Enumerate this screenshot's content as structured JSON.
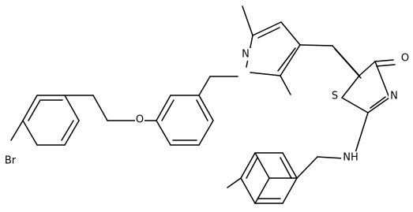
{
  "structure": {
    "atoms": {
      "br": "Br",
      "o_ether": "O",
      "n_pyrrole": "N",
      "s_ring": "S",
      "n_ring": "N",
      "o_carbonyl": "O",
      "nh": "NH"
    }
  }
}
